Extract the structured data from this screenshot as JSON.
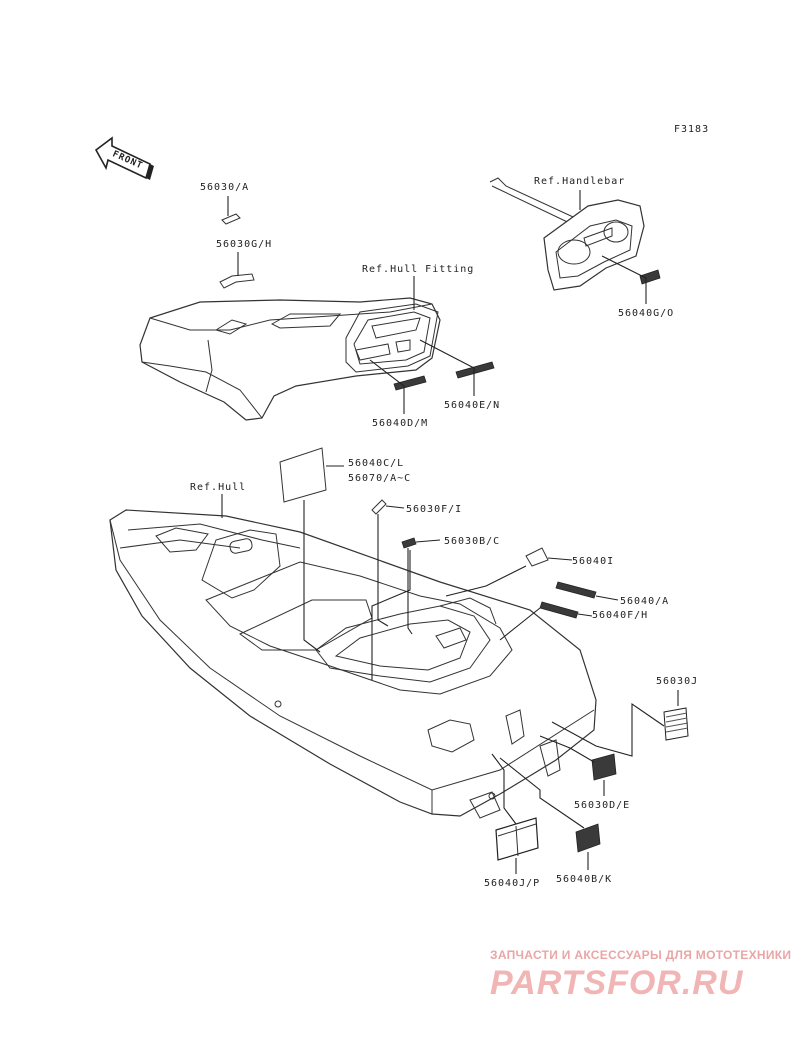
{
  "figure_code": "F3183",
  "front_label": "FRONT",
  "refs": {
    "hull_fitting": "Ref.Hull Fitting",
    "handlebar": "Ref.Handlebar",
    "hull": "Ref.Hull"
  },
  "parts": {
    "p56030A": "56030/A",
    "p56030GH": "56030G/H",
    "p56040GO": "56040G/O",
    "p56040EN": "56040E/N",
    "p56040DM": "56040D/M",
    "p56040CL": "56040C/L",
    "p56070AC": "56070/A~C",
    "p56030FI": "56030F/I",
    "p56030BC": "56030B/C",
    "p56040I": "56040I",
    "p56040A": "56040/A",
    "p56040FH": "56040F/H",
    "p56030J": "56030J",
    "p56030DE": "56030D/E",
    "p56040JP": "56040J/P",
    "p56040BK": "56040B/K"
  },
  "watermark": {
    "tagline": "ЗАПЧАСТИ И АКСЕССУАРЫ ДЛЯ МОТОТЕХНИКИ",
    "brand": "PARTSFOR.RU"
  }
}
